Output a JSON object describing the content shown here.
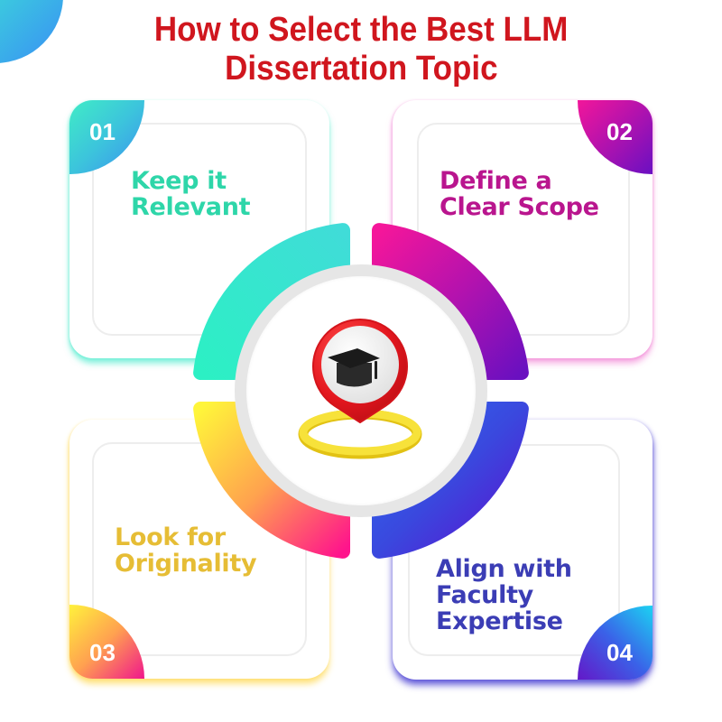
{
  "title": {
    "line1": "How to Select the Best LLM",
    "line2": "Dissertation Topic",
    "color": "#d0161e"
  },
  "steps": [
    {
      "number": "01",
      "lines": [
        "Keep it",
        "Relevant"
      ],
      "accent": "#2ed6a9",
      "gradient": [
        "#40ecc6",
        "#3a8ef0"
      ]
    },
    {
      "number": "02",
      "lines": [
        "Define a",
        "Clear Scope"
      ],
      "accent": "#b9158e",
      "gradient": [
        "#f2169a",
        "#6a10c2"
      ]
    },
    {
      "number": "03",
      "lines": [
        "Look for",
        "Originality"
      ],
      "accent": "#e6bd35",
      "gradient": [
        "#fff23c",
        "#f0168c"
      ]
    },
    {
      "number": "04",
      "lines": [
        "Align with",
        "Faculty",
        "Expertise"
      ],
      "accent": "#3b3db5",
      "gradient": [
        "#1cd2f2",
        "#6418c8"
      ]
    }
  ],
  "center": {
    "icon": "location-pin-with-graduation-cap",
    "pin_color": "#e3161e",
    "ring_color": "#f5de2c",
    "cap_color": "#1e1e1e"
  }
}
